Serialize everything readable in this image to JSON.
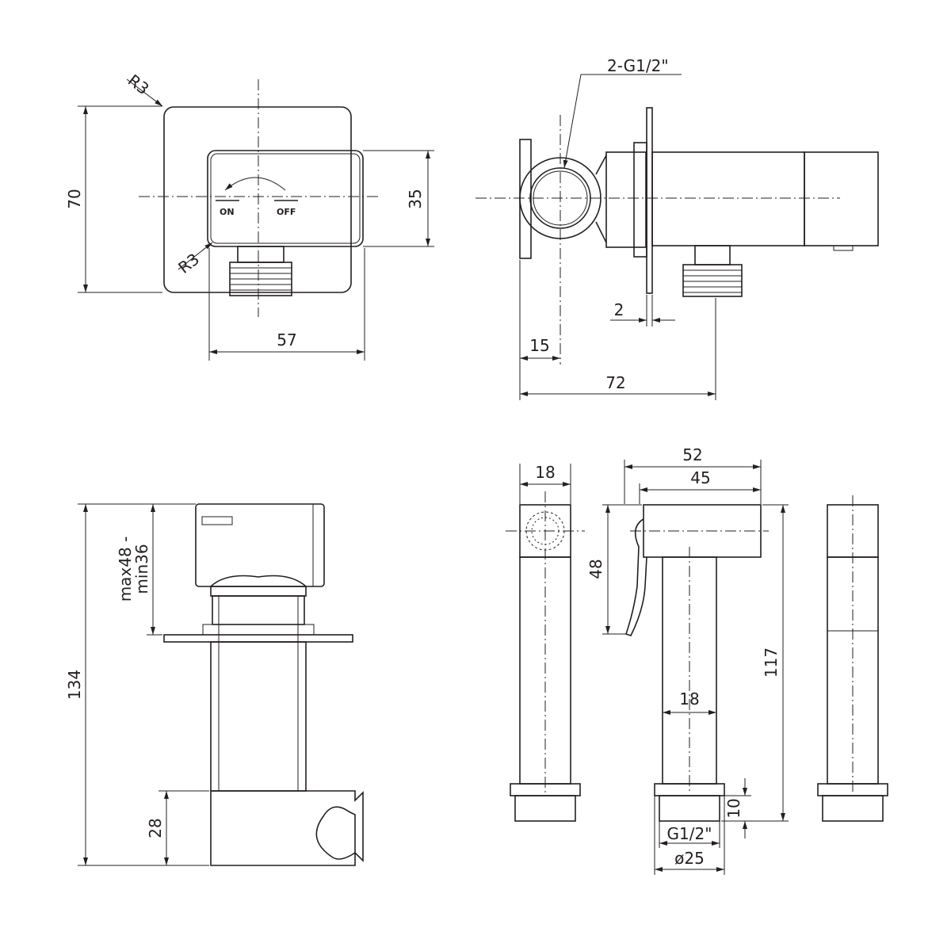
{
  "colors": {
    "line": "#231f20",
    "background": "#ffffff"
  },
  "front_view": {
    "radius_top": "R3",
    "radius_bottom": "R3",
    "height": "70",
    "handle_height": "35",
    "width": "57",
    "on_label": "ON",
    "off_label": "OFF",
    "arrow_icon": "rotate-arrow-icon"
  },
  "side_view": {
    "thread_callout": "2-G1/2\"",
    "flange_thickness": "2",
    "outlet_offset": "15",
    "overall_length": "72"
  },
  "holder_view": {
    "total_height": "134",
    "wall_range_max": "max48 -",
    "wall_range_min": "min36",
    "holder_height": "28"
  },
  "sprayer_view": {
    "head_width": "18",
    "top_length": "52",
    "handle_length": "45",
    "lever_height": "48",
    "stem_width": "18",
    "total_height": "117",
    "thread_height": "10",
    "thread": "G1/2\"",
    "diameter": "ø25"
  }
}
